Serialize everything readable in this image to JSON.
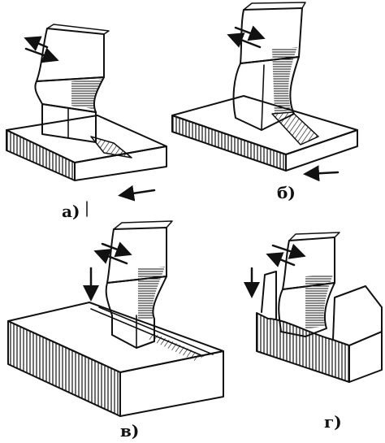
{
  "panels": [
    {
      "id": "a",
      "label": "а)"
    },
    {
      "id": "b",
      "label": "б)"
    },
    {
      "id": "v",
      "label": "в)"
    },
    {
      "id": "g",
      "label": "г)"
    }
  ],
  "colors": {
    "ink": "#111111",
    "paper": "#ffffff"
  }
}
